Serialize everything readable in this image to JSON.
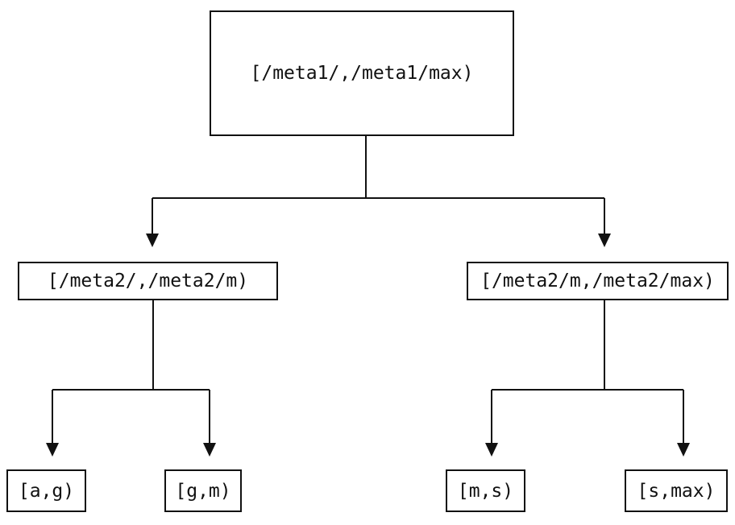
{
  "colors": {
    "line": "#111111",
    "background": "#ffffff"
  },
  "tree": {
    "root": {
      "label": "[/meta1/,/meta1/max)",
      "children": [
        {
          "label": "[/meta2/,/meta2/m)",
          "children": [
            {
              "label": "[a,g)"
            },
            {
              "label": "[g,m)"
            }
          ]
        },
        {
          "label": "[/meta2/m,/meta2/max)",
          "children": [
            {
              "label": "[m,s)"
            },
            {
              "label": "[s,max)"
            }
          ]
        }
      ]
    }
  }
}
